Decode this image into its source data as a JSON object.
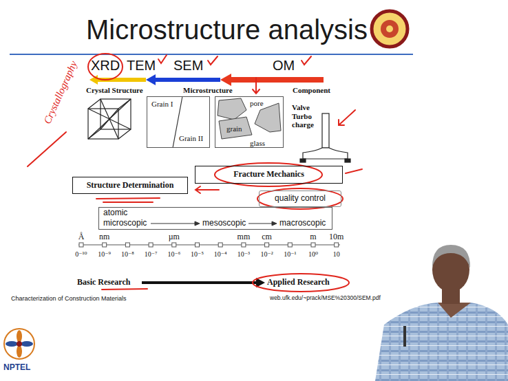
{
  "diagram": {
    "title": "Microstructure analysis",
    "nodes": [
      {
        "text": [
          "Grain I",
          "Grain II"
        ]
      },
      {
        "text": [
          "pore",
          "grain",
          "glass"
        ]
      },
      {
        "text": [
          "Fracture Mechanics"
        ]
      },
      {
        "text": [
          "Structure Determination"
        ]
      },
      {
        "text": [
          "quality control"
        ]
      },
      {
        "text": [
          "atomic",
          "microscopic",
          "mesoscopic",
          "macroscopic"
        ]
      }
    ],
    "labels": [
      "XRD",
      "TEM",
      "SEM",
      "OM",
      "Crystallography",
      "Crystal Structure",
      "Microstructure",
      "Component",
      "Valve Turbo charge",
      "Å",
      "nm",
      "µm",
      "mm",
      "cm",
      "m",
      "10m",
      "0⁻¹⁰",
      "10⁻⁹",
      "10⁻⁸",
      "10⁻⁷",
      "10⁻⁶",
      "10⁻⁵",
      "10⁻⁴",
      "10⁻³",
      "10⁻²",
      "10⁻¹",
      "10⁰",
      "10",
      "Basic Research",
      "Applied Research",
      "Characterization of Construction Materials",
      "web.ufk.edu/~prack/MSE%20300/SEM.pdf",
      "NPTEL"
    ]
  }
}
